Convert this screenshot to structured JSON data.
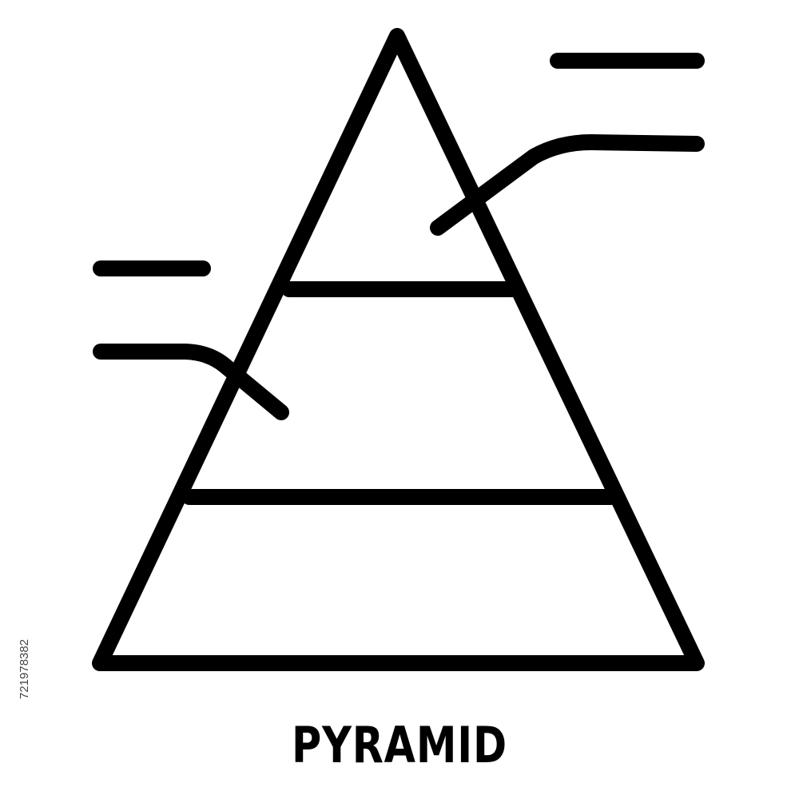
{
  "caption": "PYRAMID",
  "stock_id": "721978382",
  "icon": {
    "name": "pyramid-chart-icon",
    "tiers": 3,
    "stroke_color": "#000000",
    "background_color": "#ffffff"
  }
}
